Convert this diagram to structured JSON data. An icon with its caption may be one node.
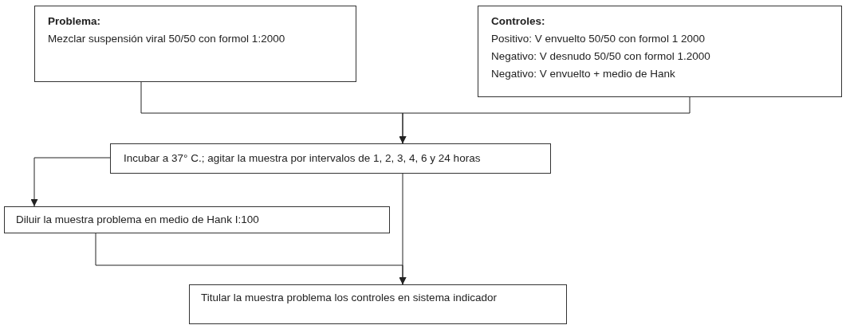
{
  "diagram": {
    "nodes": [
      {
        "text": [
          "Problema:",
          "Mezclar suspensión viral 50/50 con formol 1:2000"
        ]
      },
      {
        "text": [
          "Controles:",
          "Positivo: V envuelto 50/50 con formol 1 2000",
          "Negativo: V desnudo 50/50 con formol 1.2000",
          "Negativo: V envuelto + medio de Hank"
        ]
      },
      {
        "text": [
          "Incubar a 37° C.; agitar la muestra por intervalos de 1, 2, 3, 4, 6 y 24 horas"
        ]
      },
      {
        "text": [
          "Diluir la muestra problema en medio de Hank I:100"
        ]
      },
      {
        "text": [
          "Titular la muestra problema los controles en sistema indicador"
        ]
      }
    ],
    "edges": [
      {
        "from": 0,
        "to": 2,
        "arrow": "to"
      },
      {
        "from": 1,
        "to": 2,
        "arrow": "to"
      },
      {
        "from": 2,
        "to": 3,
        "arrow": "to"
      },
      {
        "from": 2,
        "to": 4,
        "arrow": "to"
      },
      {
        "from": 3,
        "to": 4,
        "arrow": "to"
      }
    ]
  }
}
